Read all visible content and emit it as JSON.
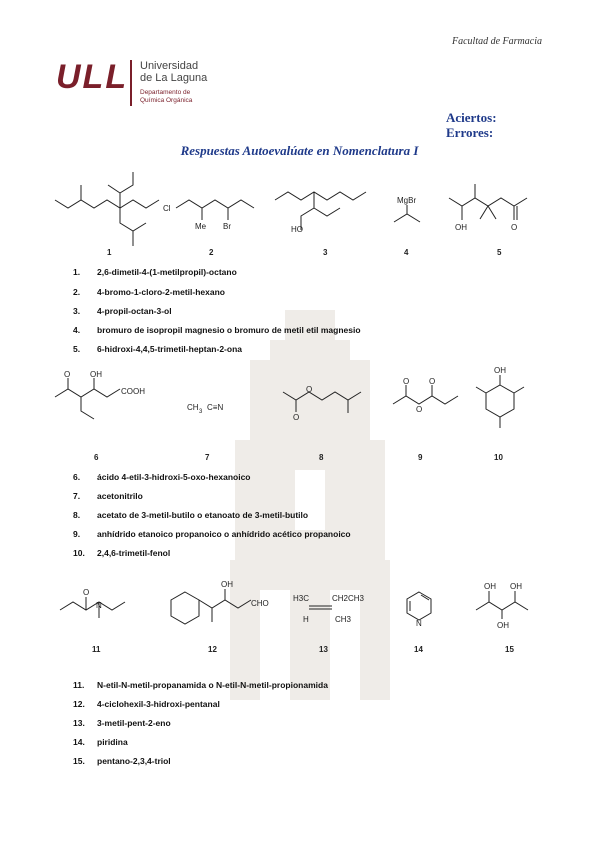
{
  "header": {
    "faculty": "Facultad de Farmacia"
  },
  "logo": {
    "mark": "ULL",
    "university": [
      "Universidad",
      "de La Laguna"
    ],
    "department": [
      "Departamento de",
      "Química Orgánica"
    ]
  },
  "score": {
    "hits_label": "Aciertos:",
    "errors_label": "Errores:"
  },
  "title": "Respuestas Autoevalúate en Nomenclatura I",
  "structure_text": {
    "s1": {
      "number": "1"
    },
    "s2": {
      "number": "2",
      "atom_cl": "Cl",
      "atom_br": "Br",
      "group_me": "Me"
    },
    "s3": {
      "number": "3",
      "group_ho": "HO"
    },
    "s4": {
      "number": "4",
      "reagent": "MgBr"
    },
    "s5": {
      "number": "5",
      "group_oh": "OH",
      "atom_o": "O"
    },
    "s6": {
      "number": "6",
      "atom_o": "O",
      "group_oh": "OH",
      "group_cooh": "COOH"
    },
    "s7": {
      "number": "7",
      "formula_left": "CH",
      "formula_sub": "3",
      "formula_right": "C≡N"
    },
    "s8": {
      "number": "8",
      "atom_o1": "O",
      "atom_o2": "O"
    },
    "s9": {
      "number": "9",
      "atom_o1": "O",
      "atom_o2": "O",
      "atom_o3": "O"
    },
    "s10": {
      "number": "10",
      "group_oh": "OH"
    },
    "s11": {
      "number": "11",
      "atom_o": "O",
      "atom_n": "N"
    },
    "s12": {
      "number": "12",
      "group_oh": "OH",
      "group_cho": "CHO"
    },
    "s13": {
      "number": "13",
      "h3c": "H3C",
      "ch2ch3": "CH2CH3",
      "h": "H",
      "ch3": "CH3"
    },
    "s14": {
      "number": "14",
      "atom_n": "N"
    },
    "s15": {
      "number": "15",
      "oh1": "OH",
      "oh2": "OH",
      "oh3": "OH"
    }
  },
  "answers": [
    {
      "n": "1.",
      "text": "2,6-dimetil-4-(1-metilpropil)-octano"
    },
    {
      "n": "2.",
      "text": "4-bromo-1-cloro-2-metil-hexano"
    },
    {
      "n": "3.",
      "text": "4-propil-octan-3-ol"
    },
    {
      "n": "4.",
      "text": "bromuro de isopropil magnesio o bromuro de metil etil magnesio"
    },
    {
      "n": "5.",
      "text": "6-hidroxi-4,4,5-trimetil-heptan-2-ona"
    },
    {
      "n": "6.",
      "text": "ácido 4-etil-3-hidroxi-5-oxo-hexanoico"
    },
    {
      "n": "7.",
      "text": "acetonitrilo"
    },
    {
      "n": "8.",
      "text": "acetato de 3-metil-butilo o etanoato de 3-metil-butilo"
    },
    {
      "n": "9.",
      "text": "anhídrido etanoico propanoico o anhídrido acético propanoico"
    },
    {
      "n": "10.",
      "text": "2,4,6-trimetil-fenol"
    },
    {
      "n": "11.",
      "text": "N-etil-N-metil-propanamida o N-etil-N-metil-propionamida"
    },
    {
      "n": "12.",
      "text": "4-ciclohexil-3-hidroxi-pentanal"
    },
    {
      "n": "13.",
      "text": "3-metil-pent-2-eno"
    },
    {
      "n": "14.",
      "text": "piridina"
    },
    {
      "n": "15.",
      "text": "pentano-2,3,4-triol"
    }
  ],
  "colors": {
    "accent": "#1f3a8a",
    "brand": "#7a1f2a"
  }
}
